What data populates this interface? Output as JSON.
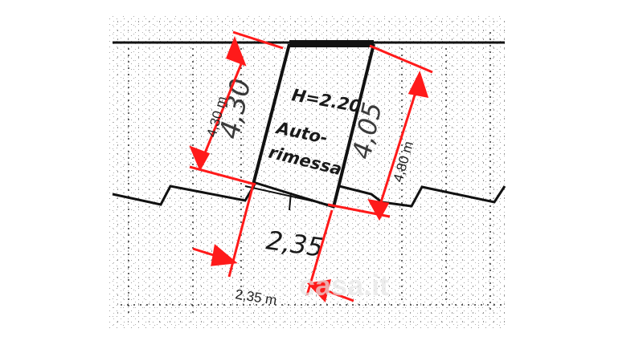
{
  "plan": {
    "room_height": "H=2.20",
    "room_name_line1": "Auto-",
    "room_name_line2": "rimessa",
    "handwritten_left_depth": "4,30",
    "handwritten_right_depth": "4,05",
    "handwritten_width": "2,35"
  },
  "dimensions": {
    "left_depth": "4,30 m",
    "right_depth": "4,80 m",
    "width": "2,35 m"
  },
  "watermark": "casa.it",
  "colors": {
    "arrow": "#ff1a1a",
    "wall": "#111111",
    "watermark": "#e6e6e6"
  }
}
